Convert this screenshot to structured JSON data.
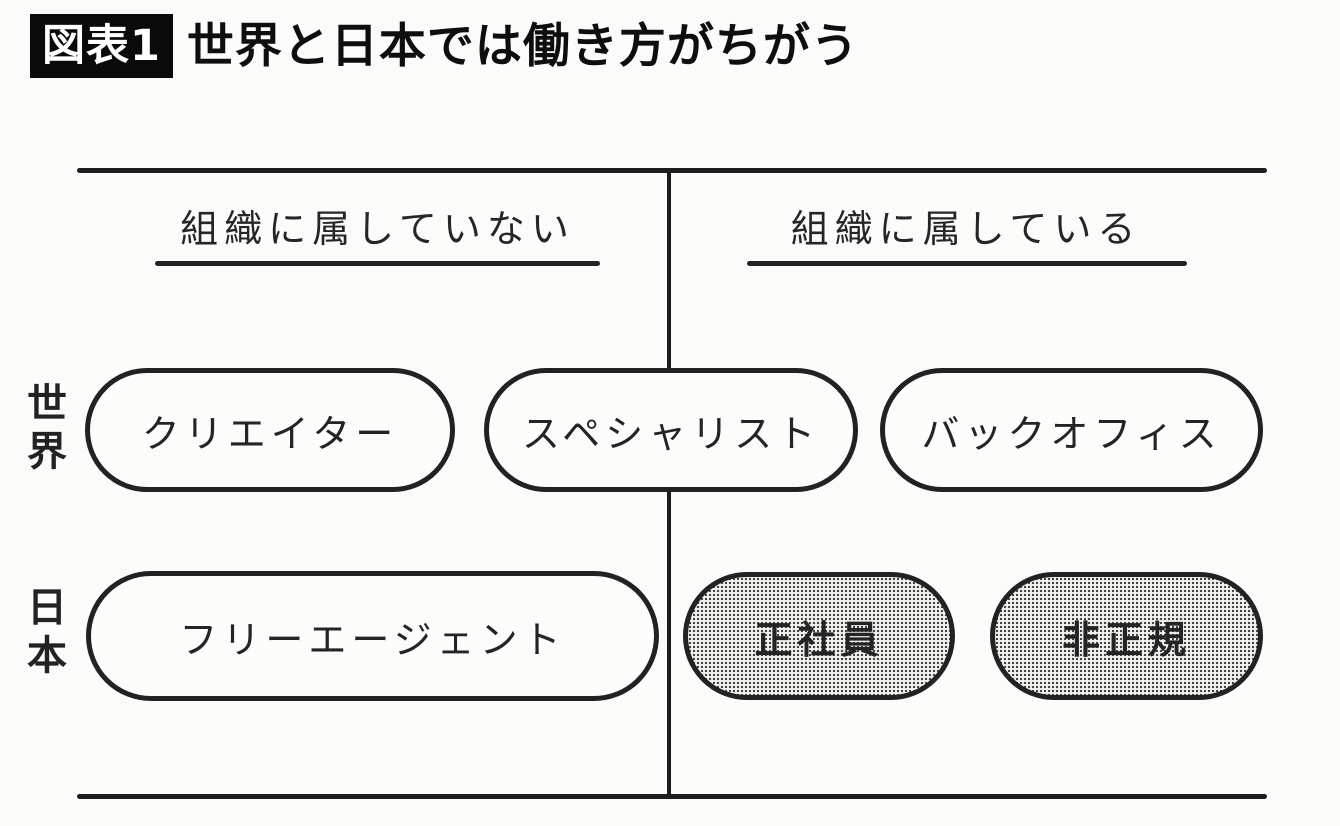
{
  "header": {
    "badge": "図表1",
    "title": "世界と日本では働き方がちがう"
  },
  "diagram": {
    "columns": [
      {
        "label": "組織に属していない"
      },
      {
        "label": "組織に属している"
      }
    ],
    "rows": [
      {
        "label": "世界",
        "items": [
          {
            "label": "クリエイター",
            "shaded": false
          },
          {
            "label": "スペシャリスト",
            "shaded": false
          },
          {
            "label": "バックオフィス",
            "shaded": false
          }
        ]
      },
      {
        "label": "日本",
        "items": [
          {
            "label": "フリーエージェント",
            "shaded": false
          },
          {
            "label": "正社員",
            "shaded": true
          },
          {
            "label": "非正規",
            "shaded": true
          }
        ]
      }
    ],
    "colors": {
      "ink": "#1d1d1d",
      "paper": "#fbfbfa",
      "badge_bg": "#0a0a0a",
      "badge_text": "#ffffff",
      "shade_bg": "#f3f2ee",
      "shade_dot": "#3c3c3c"
    }
  }
}
